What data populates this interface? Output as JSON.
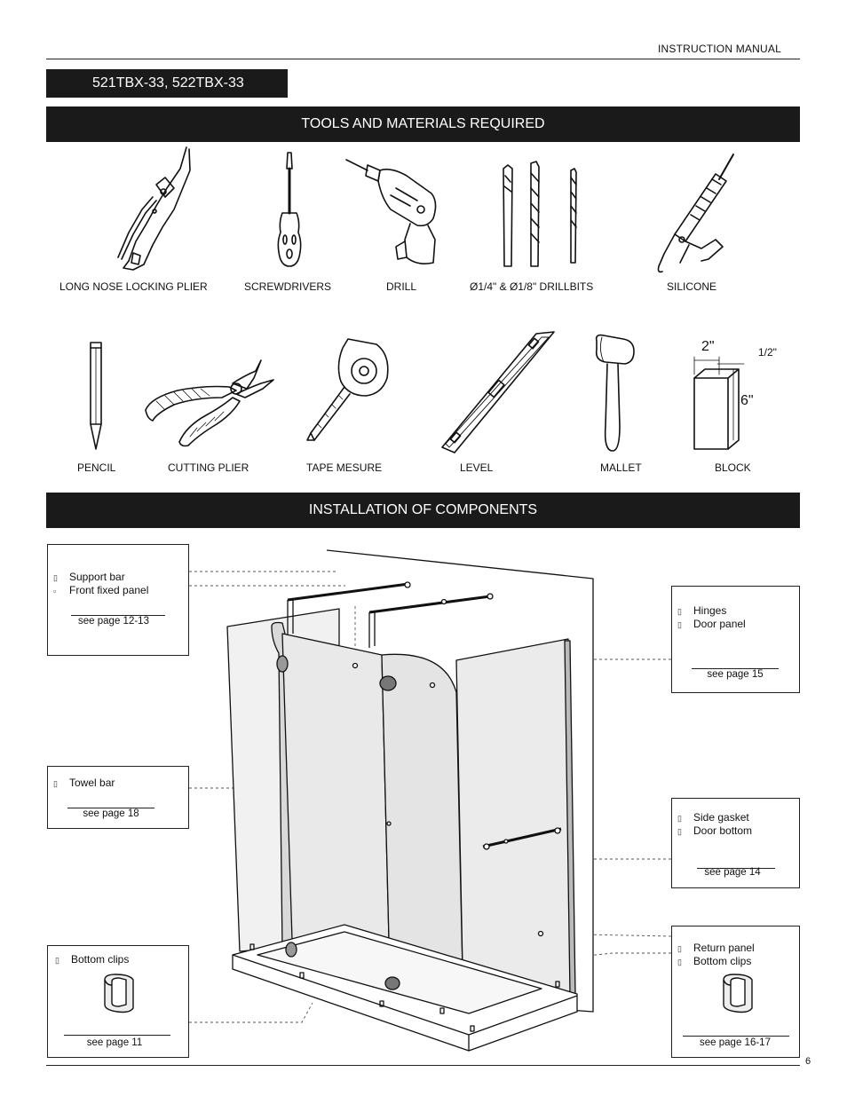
{
  "header": {
    "manual_label": "INSTRUCTION MANUAL"
  },
  "model": "521TBX-33, 522TBX-33",
  "tools_section": {
    "title": "TOOLS AND MATERIALS REQUIRED",
    "row1": [
      "LONG NOSE LOCKING PLIER",
      "SCREWDRIVERS",
      "DRILL",
      "Ø1/4\" & Ø1/8\" DRILLBITS",
      "SILICONE"
    ],
    "row2": [
      "PENCIL",
      "CUTTING PLIER",
      "TAPE MESURE",
      "LEVEL",
      "MALLET",
      "BLOCK"
    ],
    "block_dims": {
      "width": "2\"",
      "thickness": "1/2\"",
      "height": "6\""
    }
  },
  "install_section": {
    "title": "INSTALLATION OF COMPONENTS"
  },
  "callouts": {
    "c1": {
      "items": [
        "Support bar",
        "Front fixed panel"
      ],
      "ref": "see page 12-13"
    },
    "c2": {
      "items": [
        "Towel bar"
      ],
      "ref": "see page 18"
    },
    "c3": {
      "items": [
        "Bottom clips"
      ],
      "ref": "see page 11"
    },
    "c4": {
      "items": [
        "Hinges",
        "Door panel"
      ],
      "ref": "see page 15"
    },
    "c5": {
      "items": [
        "Side gasket",
        "Door bottom"
      ],
      "ref": "see page 14"
    },
    "c6": {
      "items": [
        "Return panel",
        "Bottom clips"
      ],
      "ref": "see page 16-17"
    }
  },
  "page_number": "6"
}
